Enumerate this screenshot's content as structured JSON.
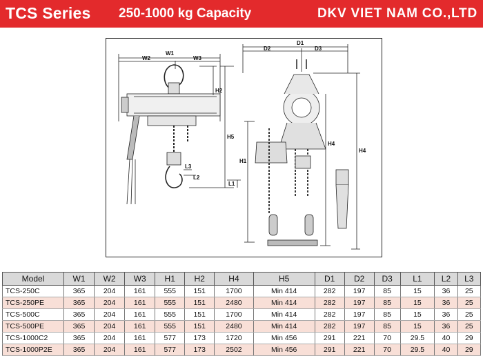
{
  "header": {
    "series": "TCS Series",
    "capacity": "250-1000 kg Capacity",
    "company": "DKV VIET NAM CO.,LTD",
    "bg_color": "#e32a2c"
  },
  "drawing": {
    "labels": {
      "w1": "W1",
      "w2": "W2",
      "w3": "W3",
      "h1": "H1",
      "h2": "H2",
      "h4": "H4",
      "h5": "H5",
      "l1": "L1",
      "l2": "L2",
      "l3": "L3",
      "d1": "D1",
      "d2": "D2",
      "d3": "D3"
    }
  },
  "table": {
    "columns": [
      "Model",
      "W1",
      "W2",
      "W3",
      "H1",
      "H2",
      "H4",
      "H5",
      "D1",
      "D2",
      "D3",
      "L1",
      "L2",
      "L3"
    ],
    "rows": [
      [
        "TCS-250C",
        "365",
        "204",
        "161",
        "555",
        "151",
        "1700",
        "Min 414",
        "282",
        "197",
        "85",
        "15",
        "36",
        "25"
      ],
      [
        "TCS-250PE",
        "365",
        "204",
        "161",
        "555",
        "151",
        "2480",
        "Min 414",
        "282",
        "197",
        "85",
        "15",
        "36",
        "25"
      ],
      [
        "TCS-500C",
        "365",
        "204",
        "161",
        "555",
        "151",
        "1700",
        "Min 414",
        "282",
        "197",
        "85",
        "15",
        "36",
        "25"
      ],
      [
        "TCS-500PE",
        "365",
        "204",
        "161",
        "555",
        "151",
        "2480",
        "Min 414",
        "282",
        "197",
        "85",
        "15",
        "36",
        "25"
      ],
      [
        "TCS-1000C2",
        "365",
        "204",
        "161",
        "577",
        "173",
        "1720",
        "Min 456",
        "291",
        "221",
        "70",
        "29.5",
        "40",
        "29"
      ],
      [
        "TCS-1000P2E",
        "365",
        "204",
        "161",
        "577",
        "173",
        "2502",
        "Min 456",
        "291",
        "221",
        "70",
        "29.5",
        "40",
        "29"
      ]
    ]
  }
}
